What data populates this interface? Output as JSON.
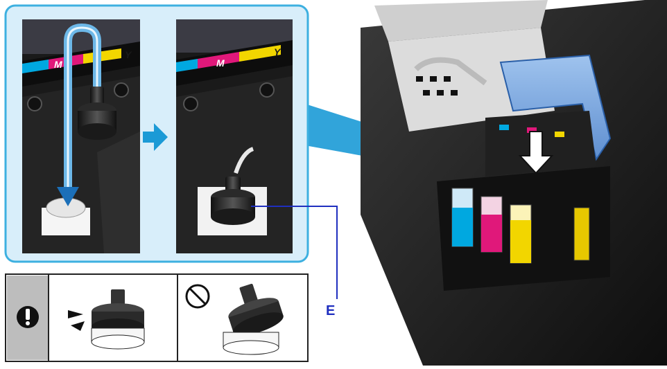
{
  "illustration": {
    "step_panel": {
      "before_image": {
        "tank_labels": [
          "M",
          "Y"
        ]
      },
      "after_image": {
        "tank_labels": [
          "M",
          "Y"
        ]
      },
      "arrow_icon": "arrow-right-icon"
    },
    "callout": {
      "label": "E"
    },
    "caution_box": {
      "icon": "exclamation-icon",
      "correct_example": "cap-closed-straight",
      "prohibited_icon": "prohibited-icon",
      "incorrect_example": "cap-tilted"
    },
    "printer": {
      "tank_colors": [
        "#00a8e0",
        "#e0187a",
        "#f2d600"
      ]
    },
    "colors": {
      "panel_border": "#3db0e0",
      "panel_fill": "#d8eefa",
      "callout_line": "#1f2fbf",
      "arrow": "#1b9ad6"
    }
  }
}
